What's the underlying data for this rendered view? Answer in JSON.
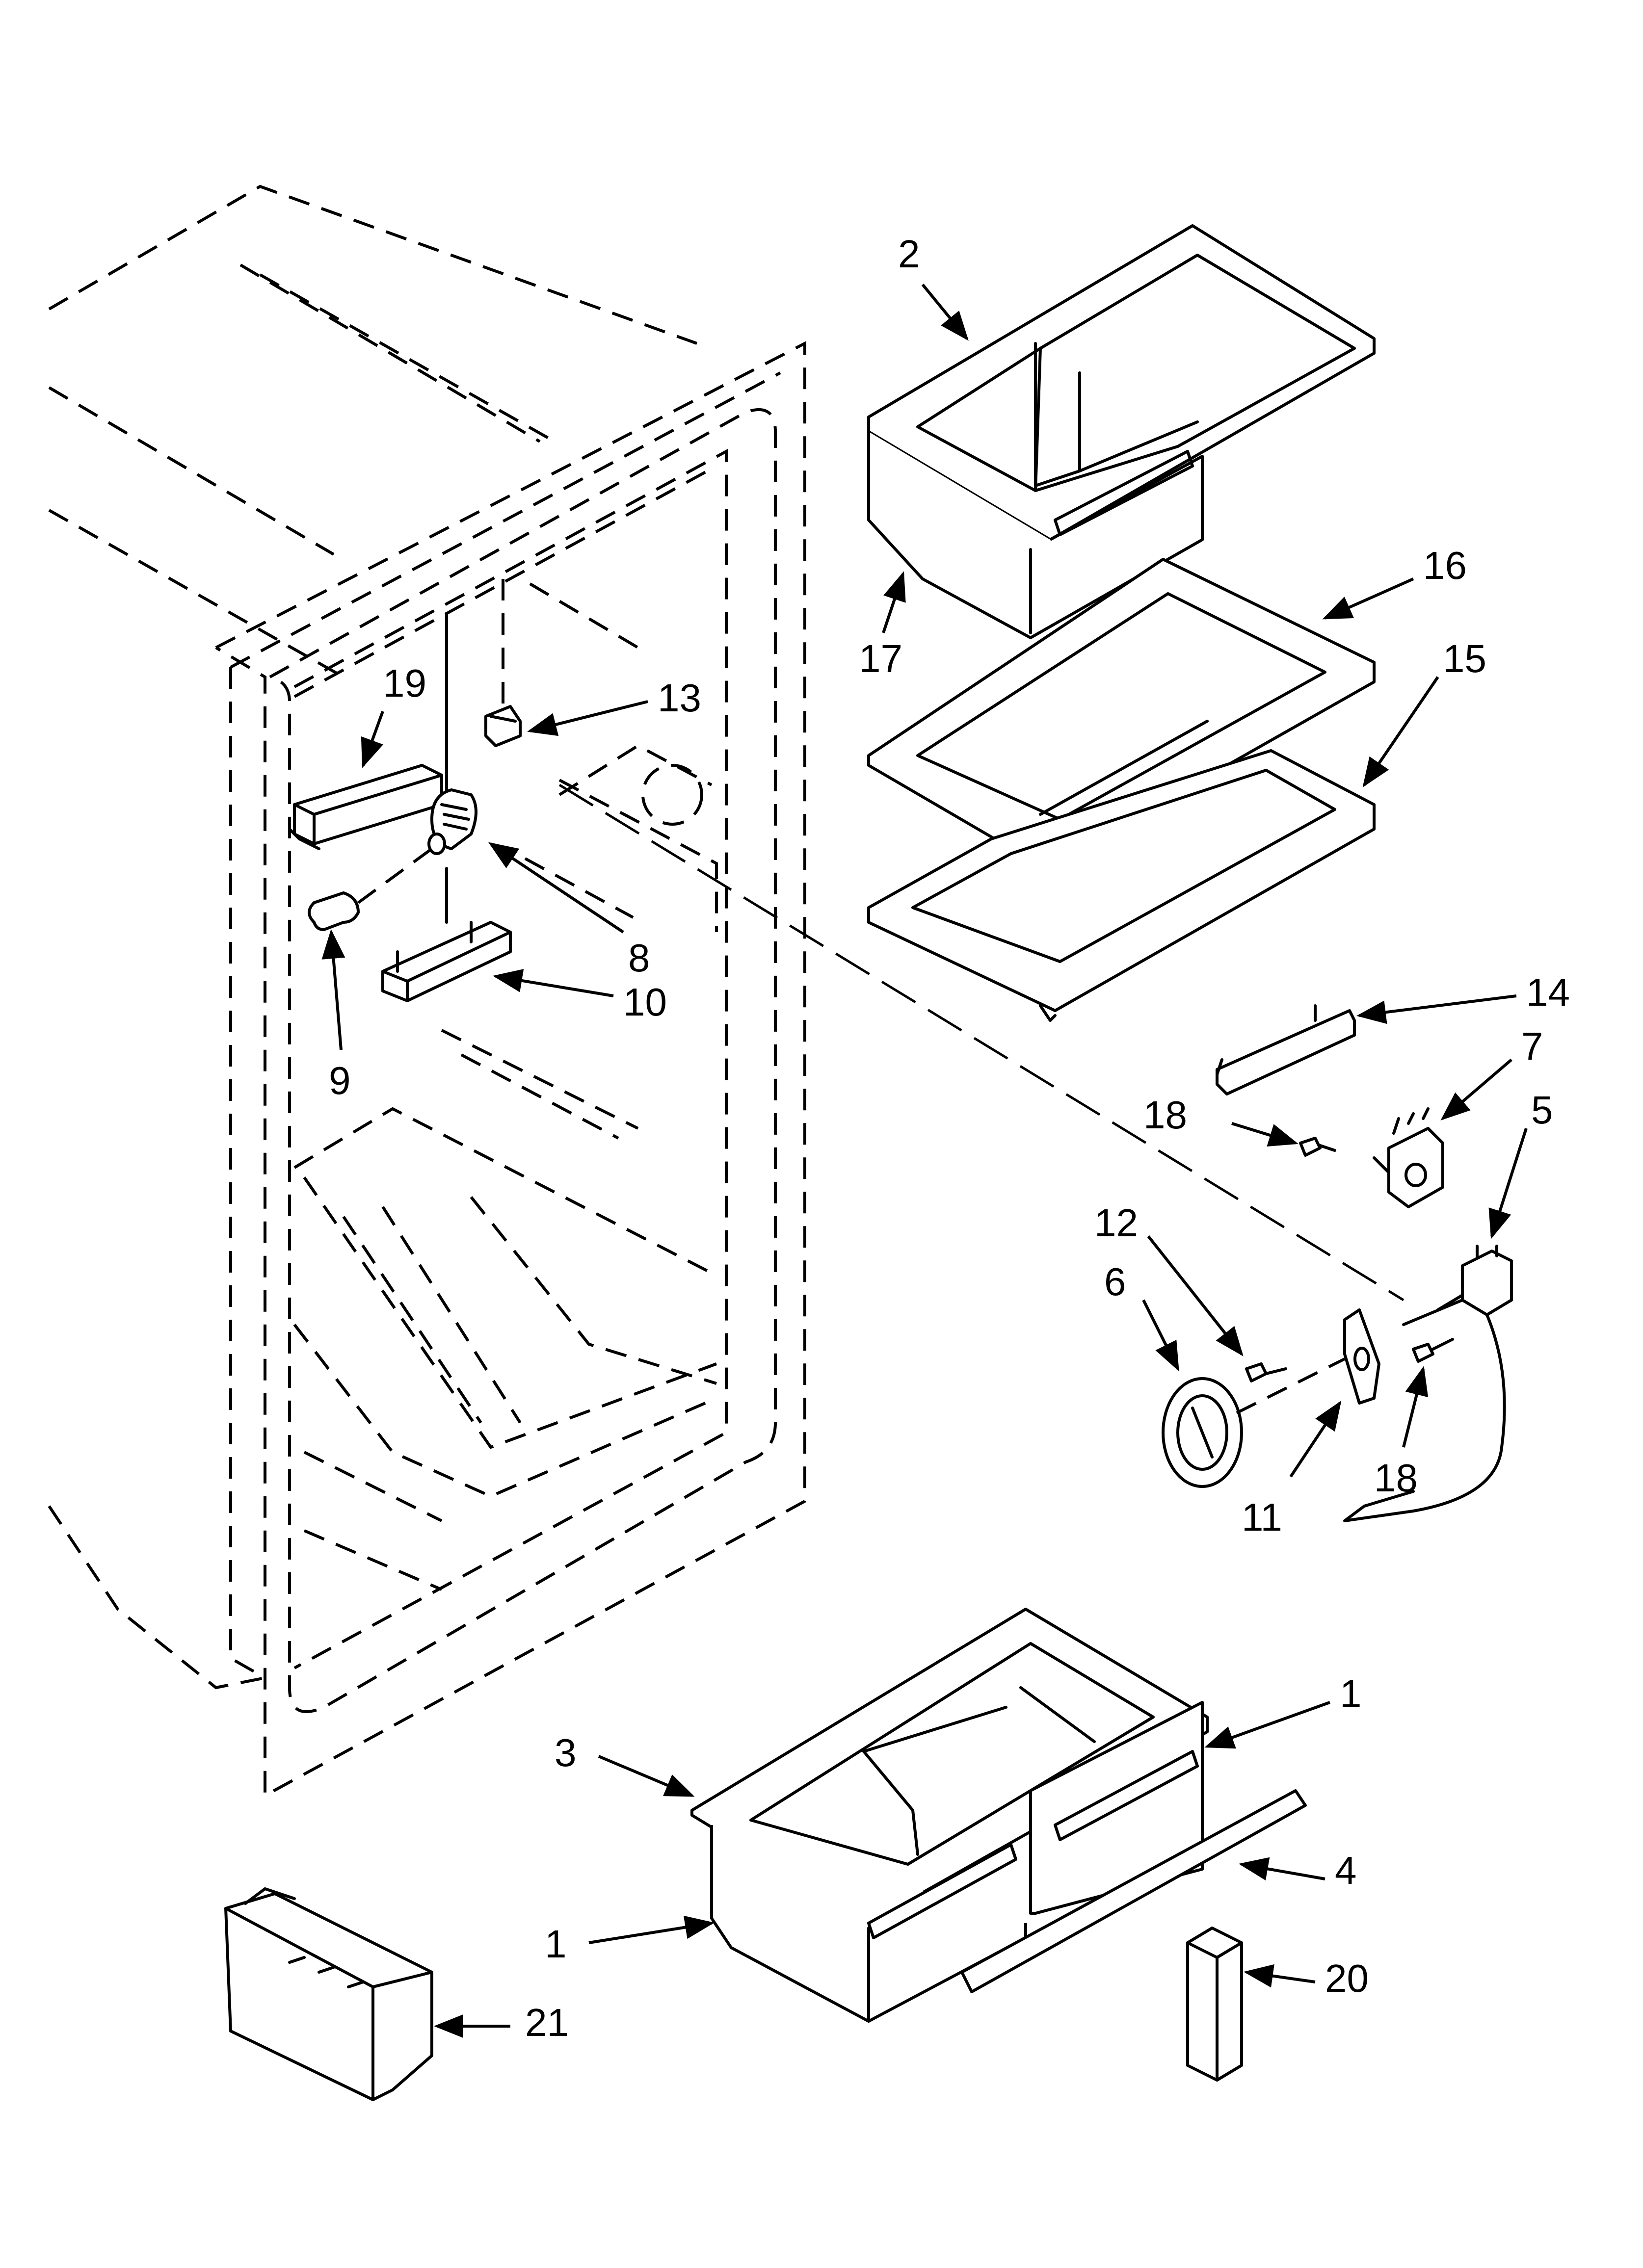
{
  "diagram": {
    "callouts": {
      "c1a": "1",
      "c1b": "1",
      "c2": "2",
      "c3": "3",
      "c4": "4",
      "c5": "5",
      "c6": "6",
      "c7": "7",
      "c8": "8",
      "c9": "9",
      "c10": "10",
      "c11": "11",
      "c12": "12",
      "c13": "13",
      "c14": "14",
      "c15": "15",
      "c16": "16",
      "c17": "17",
      "c18a": "18",
      "c18b": "18",
      "c19": "19",
      "c20": "20",
      "c21": "21"
    }
  }
}
